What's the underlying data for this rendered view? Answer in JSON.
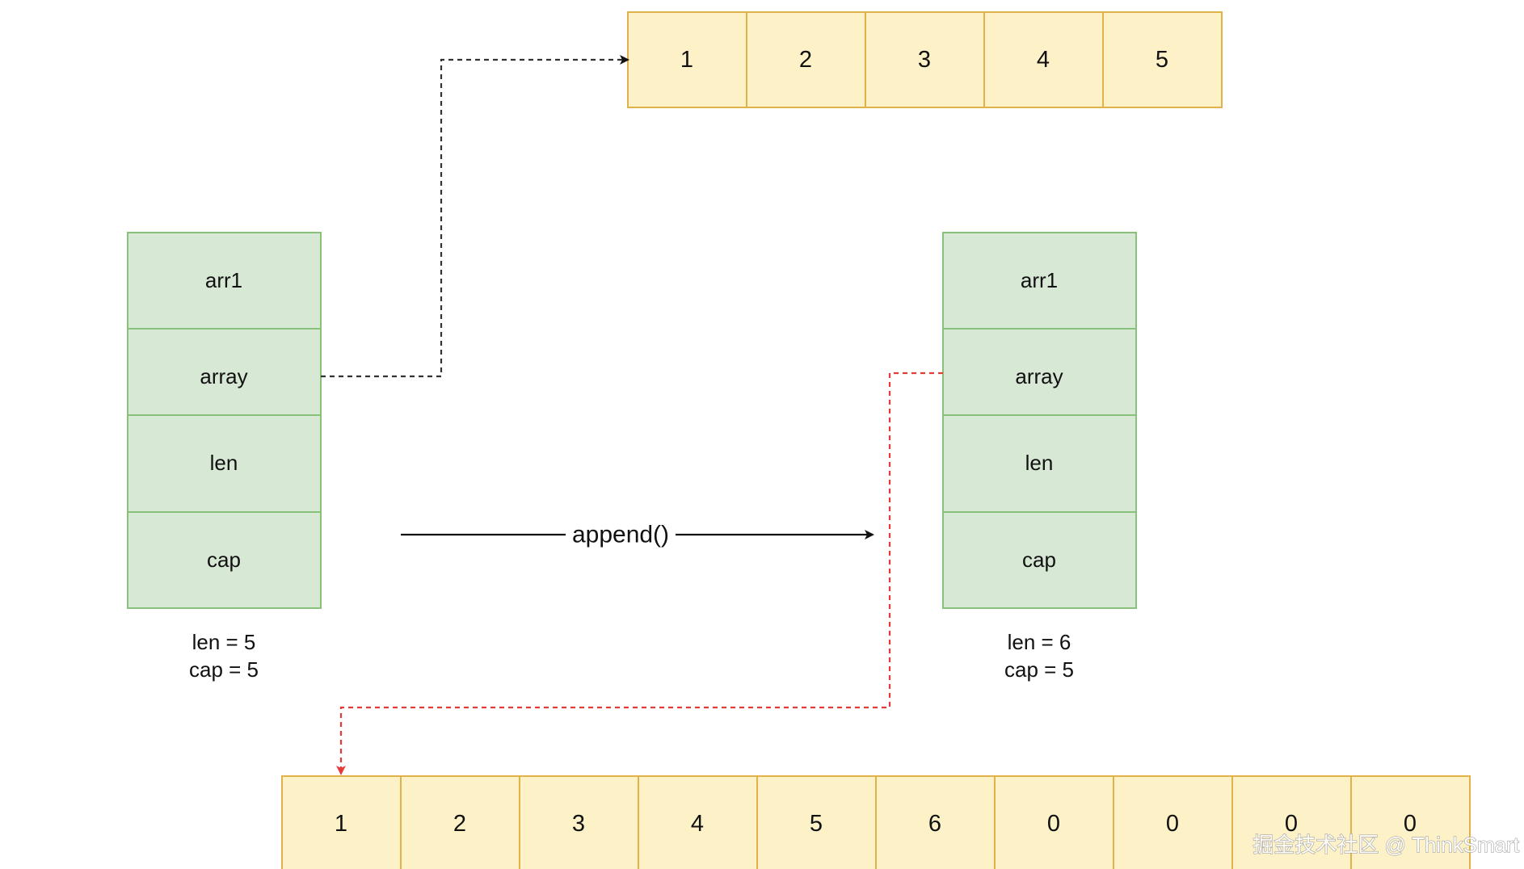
{
  "original_array": {
    "cells": [
      "1",
      "2",
      "3",
      "4",
      "5"
    ]
  },
  "slice_before": {
    "fields": [
      "arr1",
      "array",
      "len",
      "cap"
    ],
    "len_text": "len = 5",
    "cap_text": "cap = 5"
  },
  "operation": {
    "label": "append()"
  },
  "slice_after": {
    "fields": [
      "arr1",
      "array",
      "len",
      "cap"
    ],
    "len_text": "len = 6",
    "cap_text": "cap = 5"
  },
  "new_array": {
    "cells": [
      "1",
      "2",
      "3",
      "4",
      "5",
      "6",
      "0",
      "0",
      "0",
      "0"
    ]
  },
  "watermark": {
    "text": "掘金技术社区 @ ThinkSmart"
  },
  "colors": {
    "array_fill": "#fdf1c8",
    "array_stroke": "#e2b24a",
    "struct_fill": "#d7e8d4",
    "struct_stroke": "#88c27a",
    "pointer_old": "#333333",
    "pointer_new": "#e53a3a",
    "arrow": "#111111"
  }
}
